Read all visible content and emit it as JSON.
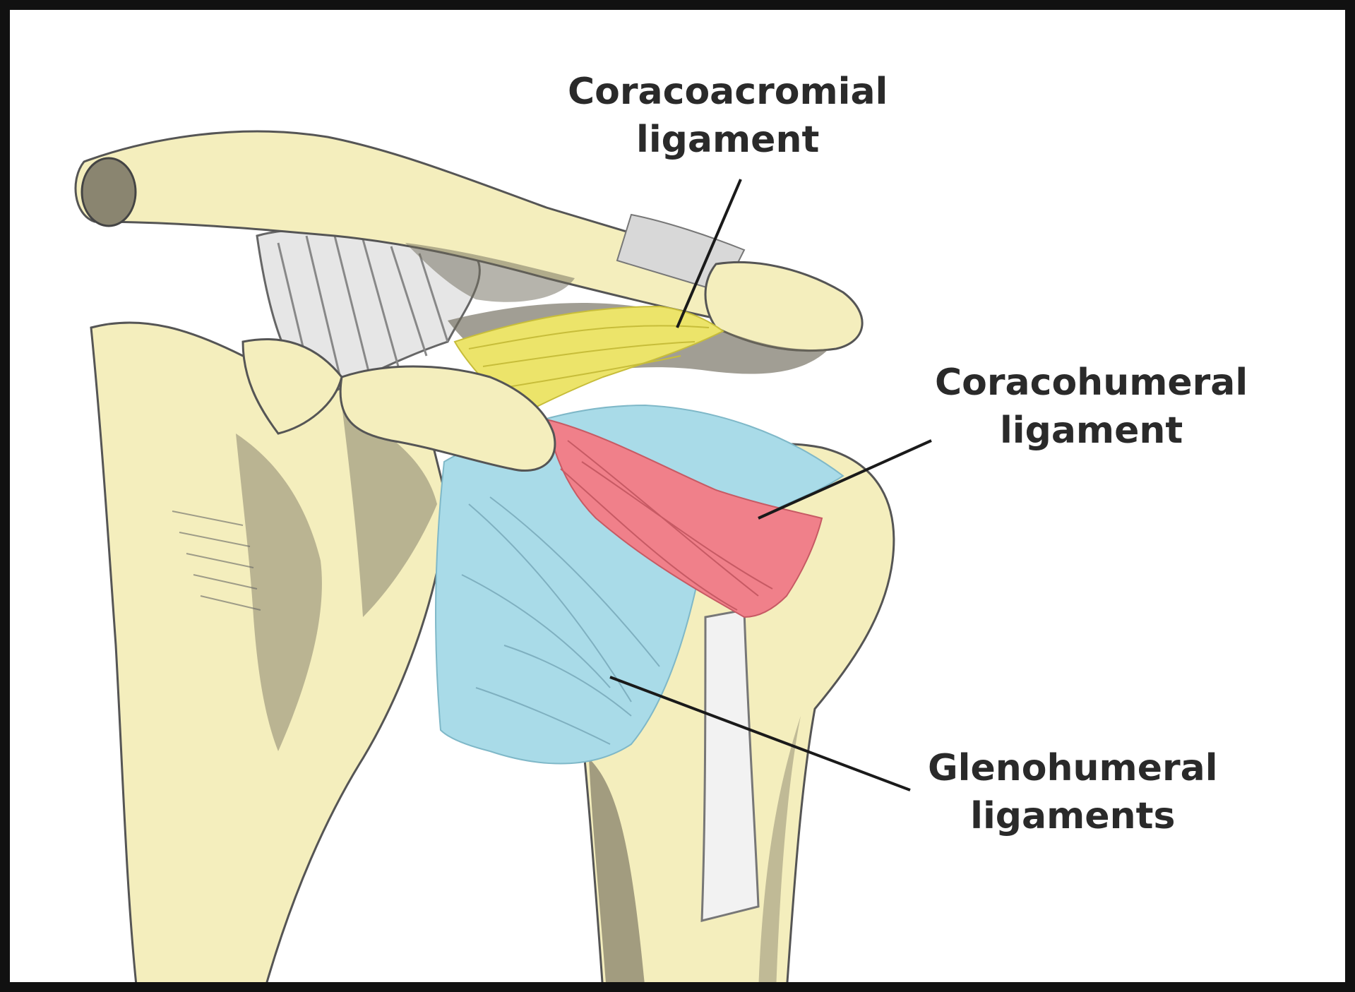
{
  "diagram": {
    "labels": {
      "coracoacromial": {
        "line1": "Coracoacromial",
        "line2": "ligament"
      },
      "coracohumeral": {
        "line1": "Coracohumeral",
        "line2": "ligament"
      },
      "glenohumeral": {
        "line1": "Glenohumeral",
        "line2": "ligaments"
      }
    },
    "colors": {
      "bone": "#f4eebd",
      "bone_shadow": "#6e6a5a",
      "coracoacromial_ligament": "#ece46a",
      "coracohumeral_ligament": "#f0808a",
      "glenohumeral_ligaments": "#a9dbe8",
      "tendon": "#f2f2f2",
      "frame": "#111111"
    }
  }
}
